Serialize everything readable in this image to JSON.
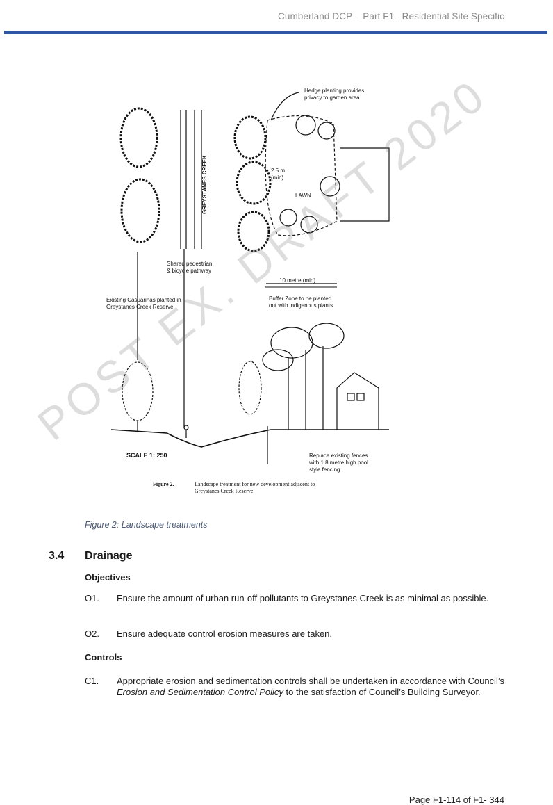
{
  "header": {
    "title": "Cumberland DCP – Part F1 –Residential Site Specific"
  },
  "figure": {
    "labels": {
      "hedge": [
        "Hedge planting provides",
        "privacy to garden area"
      ],
      "creek": "GREYSTANES CREEK",
      "dim": [
        "2.5 m",
        "(min)"
      ],
      "lawn": "LAWN",
      "pathway": [
        "Shared pedestrian",
        "& bicycle pathway"
      ],
      "casuarinas": [
        "Existing Casuarinas planted in",
        "Greystanes Creek Reserve"
      ],
      "metre": "10 metre (min)",
      "buffer": [
        "Buffer Zone to be planted",
        "out with indigenous plants"
      ],
      "scale": "SCALE 1: 250",
      "fences": [
        "Replace existing fences",
        "with 1.8 metre high pool",
        "style fencing"
      ],
      "fig_no": "Figure 2.",
      "fig_caption": [
        "Landscape treatment for new development adjacent to",
        "Greystanes Creek Reserve."
      ]
    }
  },
  "watermark": "POST EX. DRAFT 2020",
  "caption": "Figure 2: Landscape treatments",
  "section": {
    "number": "3.4",
    "title": "Drainage",
    "objectives_heading": "Objectives",
    "objectives": [
      {
        "code": "O1.",
        "text": "Ensure the amount of urban run-off pollutants to Greystanes Creek is as minimal as possible."
      },
      {
        "code": "O2.",
        "text": "Ensure adequate control erosion measures are taken."
      }
    ],
    "controls_heading": "Controls",
    "controls": [
      {
        "code": "C1.",
        "text_before": "Appropriate erosion and sedimentation controls shall be undertaken in accordance with Council’s ",
        "text_italic": "Erosion and Sedimentation Control Policy",
        "text_after": " to the satisfaction of Council’s Building Surveyor."
      }
    ]
  },
  "footer": {
    "page": "Page F1-114 of F1- 344"
  }
}
